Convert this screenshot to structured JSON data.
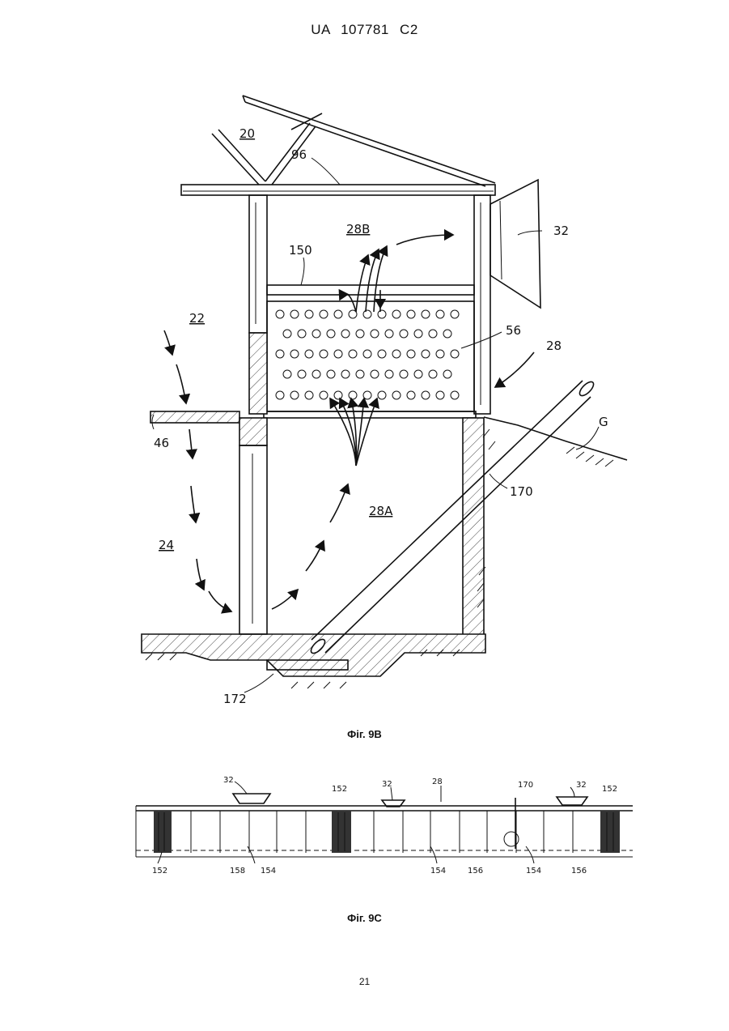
{
  "header": {
    "text": "UA   107781   C2"
  },
  "figure_9b": {
    "caption": "Фіг. 9В",
    "labels": {
      "l20": "20",
      "l96": "96",
      "l28b": "28B",
      "l150": "150",
      "l32": "32",
      "l22": "22",
      "l56": "56",
      "l28": "28",
      "lG": "G",
      "l46": "46",
      "l170": "170",
      "l28a": "28A",
      "l24": "24",
      "l172": "172"
    }
  },
  "figure_9c": {
    "caption": "Фіг. 9С",
    "labels": {
      "l32a": "32",
      "l152a": "152",
      "l32b": "32",
      "l28": "28",
      "l170": "170",
      "l32c": "32",
      "l152b": "152",
      "l152c": "152",
      "l158": "158",
      "l154a": "154",
      "l154b": "154",
      "l156a": "156",
      "l154c": "154",
      "l156b": "156"
    }
  },
  "page_number": "21"
}
